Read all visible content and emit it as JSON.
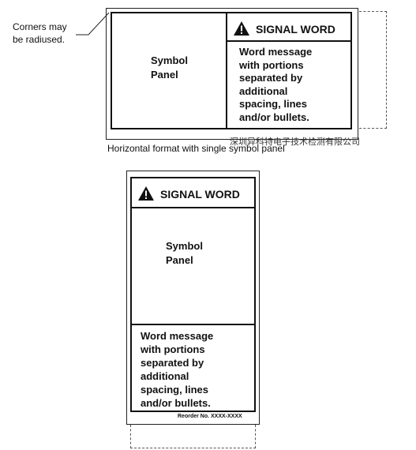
{
  "annotations": {
    "corners_note_line1": "Corners may",
    "corners_note_line2": "be radiused."
  },
  "horizontal_sign": {
    "signal_word": "SIGNAL WORD",
    "symbol_panel_line1": "Symbol",
    "symbol_panel_line2": "Panel",
    "message_lines": [
      "Word message",
      "with portions",
      "separated by",
      "additional",
      "spacing, lines",
      "and/or bullets."
    ],
    "caption": "Horizontal format with single symbol panel",
    "warning_icon": "warning-triangle-icon"
  },
  "vertical_sign": {
    "signal_word": "SIGNAL WORD",
    "symbol_panel_line1": "Symbol",
    "symbol_panel_line2": "Panel",
    "message_lines": [
      "Word message",
      "with portions",
      "separated by",
      "additional",
      "spacing, lines",
      "and/or bullets."
    ],
    "reorder": "Reorder No. XXXX-XXXX",
    "warning_icon": "warning-triangle-icon"
  },
  "watermark": "深圳异科特电子技术检测有限公司"
}
